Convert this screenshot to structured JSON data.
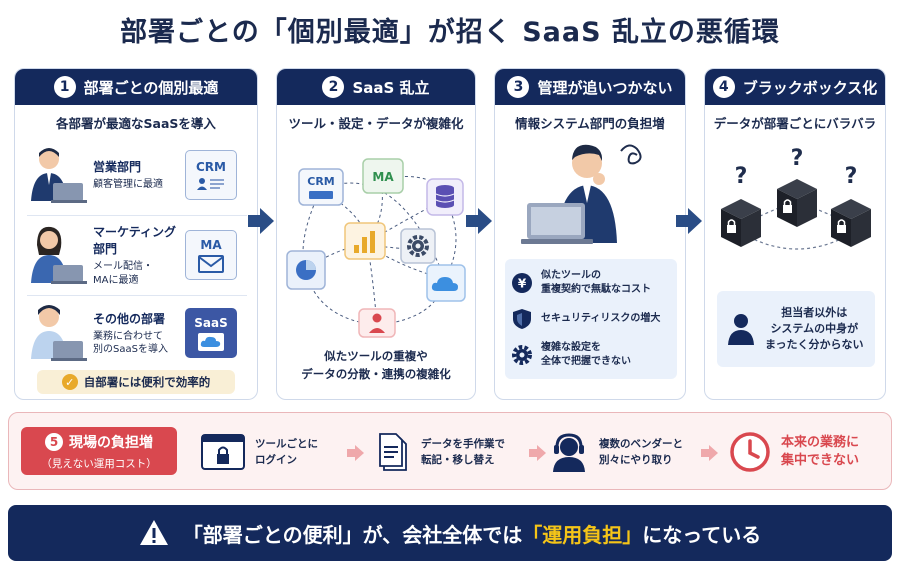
{
  "title": "部署ごとの「個別最適」が招く SaaS 乱立の悪循環",
  "panels": [
    {
      "number": "1",
      "heading": "部署ごとの個別最適",
      "subtitle": "各部署が最適なSaaSを導入",
      "departments": [
        {
          "name": "営業部門",
          "desc": "顧客管理に最適",
          "tool": "CRM"
        },
        {
          "name": "マーケティング部門",
          "desc1": "メール配信・",
          "desc2": "MAに最適",
          "tool": "MA"
        },
        {
          "name": "その他の部署",
          "desc1": "業務に合わせて",
          "desc2": "別のSaaSを導入",
          "tool": "SaaS"
        }
      ],
      "benefit": "自部署には便利で効率的"
    },
    {
      "number": "2",
      "heading": "SaaS 乱立",
      "subtitle": "ツール・設定・データが複雑化",
      "tiles": {
        "crm": "CRM",
        "ma": "MA"
      },
      "bottom_line1": "似たツールの重複や",
      "bottom_line2": "データの分散・連携の複雑化"
    },
    {
      "number": "3",
      "heading": "管理が追いつかない",
      "subtitle": "情報システム部門の負担増",
      "issues": [
        {
          "icon": "yen-icon",
          "line1": "似たツールの",
          "line2": "重複契約で無駄なコスト"
        },
        {
          "icon": "shield-icon",
          "line1": "セキュリティリスクの増大",
          "line2": ""
        },
        {
          "icon": "gear-icon",
          "line1": "複雑な設定を",
          "line2": "全体で把握できない"
        }
      ]
    },
    {
      "number": "4",
      "heading": "ブラックボックス化",
      "subtitle": "データが部署ごとにバラバラ",
      "note_line1": "担当者以外は",
      "note_line2": "システムの中身が",
      "note_line3": "まったく分からない"
    }
  ],
  "burden": {
    "number": "5",
    "label": "現場の負担増",
    "sublabel": "（見えない運用コスト）",
    "steps": [
      {
        "line1": "ツールごとに",
        "line2": "ログイン"
      },
      {
        "line1": "データを手作業で",
        "line2": "転記・移し替え"
      },
      {
        "line1": "複数のベンダーと",
        "line2": "別々にやり取り"
      }
    ],
    "result_line1": "本来の業務に",
    "result_line2": "集中できない"
  },
  "banner": {
    "part1": "「部署ごとの便利」が、会社全体では",
    "highlight": "「運用負担」",
    "part2": "になっている"
  },
  "colors": {
    "navy": "#14295c",
    "accent_blue": "#2a4d86",
    "red": "#d9484f",
    "yellow": "#f5c518"
  }
}
